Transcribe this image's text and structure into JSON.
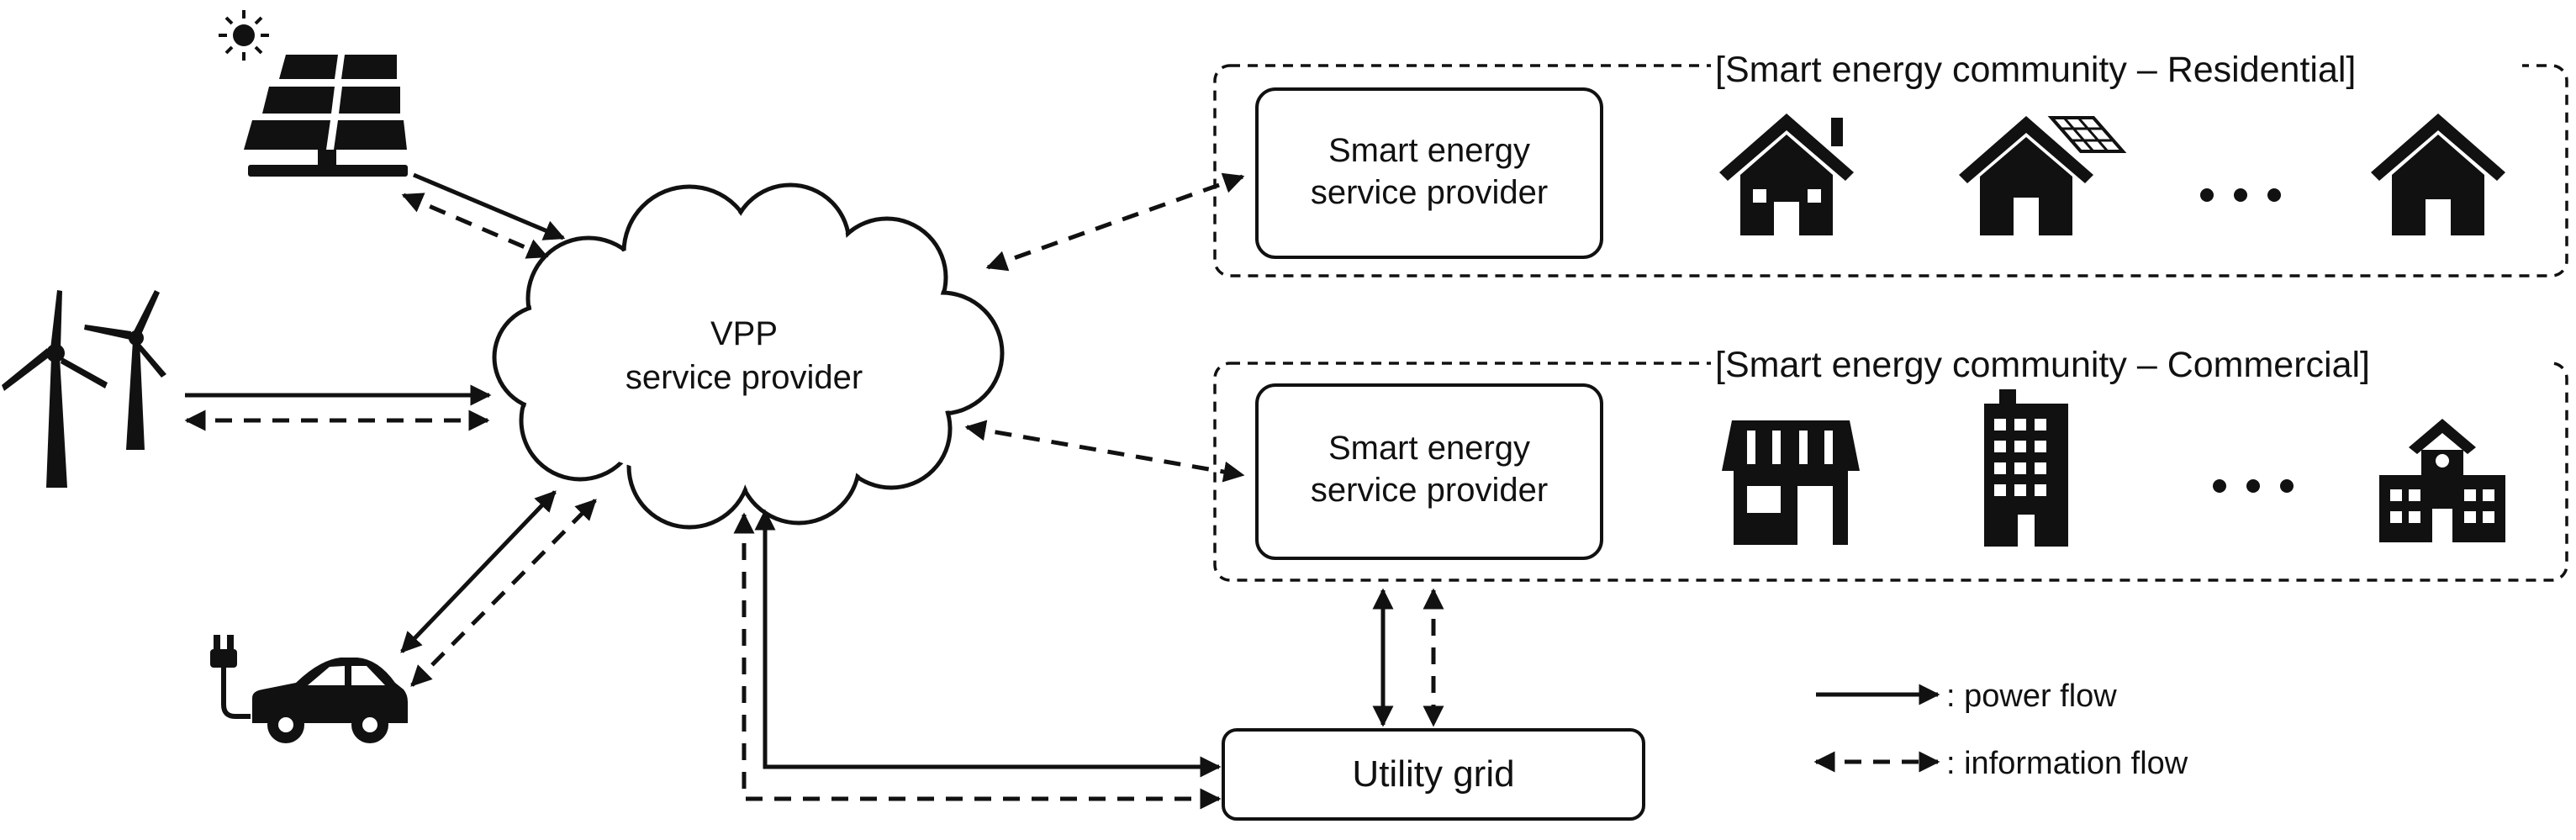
{
  "vpp": {
    "line1": "VPP",
    "line2": "service provider"
  },
  "residential": {
    "title": "[Smart energy community – Residential]",
    "provider_line1": "Smart energy",
    "provider_line2": "service provider"
  },
  "commercial": {
    "title": "[Smart energy community – Commercial]",
    "provider_line1": "Smart energy",
    "provider_line2": "service provider"
  },
  "utility": {
    "label": "Utility grid"
  },
  "legend": {
    "power": ": power flow",
    "information": ": information flow"
  },
  "icons": {
    "solar": "solar-panel-icon",
    "sun": "sun-icon",
    "wind": "wind-turbine-icon",
    "ev": "electric-car-icon",
    "house1": "house-icon",
    "house2": "house-with-solar-roof-icon",
    "house3": "house-icon",
    "store": "store-icon",
    "office": "office-building-icon",
    "school": "school-icon",
    "ellipsis": "ellipsis-icon"
  }
}
